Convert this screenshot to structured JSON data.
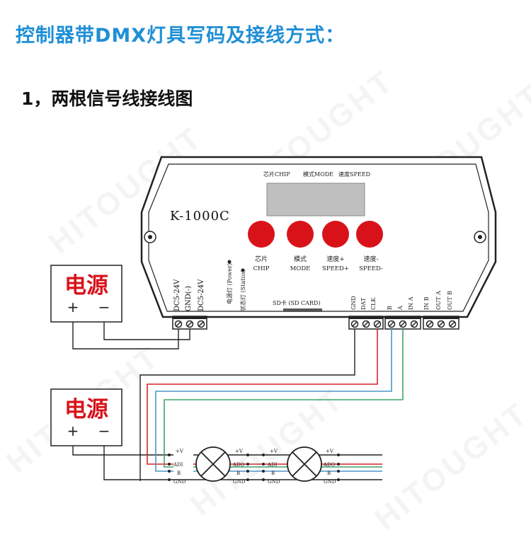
{
  "header": {
    "title": "控制器带DMX灯具写码及接线方式：",
    "subtitle": "1，两根信号线接线图"
  },
  "watermark": "HITOUGHT",
  "controller": {
    "model": "K-1000C",
    "top_labels": {
      "chip": "芯片CHIP",
      "mode": "模式MODE",
      "speed": "速度SPEED"
    },
    "buttons": [
      {
        "cn": "芯片",
        "en": "CHIP"
      },
      {
        "cn": "模式",
        "en": "MODE"
      },
      {
        "cn": "速度+",
        "en": "SPEED+"
      },
      {
        "cn": "速度-",
        "en": "SPEED-"
      }
    ],
    "power_terminal": [
      "DC5-24V",
      "GND(-)",
      "DC5-24V"
    ],
    "indicators": {
      "power": "电源灯 (Power)",
      "status": "状态灯 (Status)"
    },
    "sd_label": "SD卡 (SD CARD)",
    "signal_terminal": [
      "GND",
      "DAT",
      "CLK"
    ],
    "dmx_a_terminal": [
      "B",
      "A",
      "IN A"
    ],
    "dmx_b_terminal": [
      "IN B",
      "OUT A",
      "OUT B"
    ]
  },
  "power_supply": {
    "label": "电源",
    "plus": "+",
    "minus": "−"
  },
  "lamp_labels": {
    "v": "+V",
    "adi": "ADI",
    "ado": "ADO",
    "b": "B",
    "gnd": "GND"
  },
  "colors": {
    "title": "#1f8fd6",
    "button": "#d9121a",
    "power_text": "#d9121a",
    "wire_red": "#d9232a",
    "wire_blue": "#4f96c9",
    "wire_green": "#3da36a"
  }
}
